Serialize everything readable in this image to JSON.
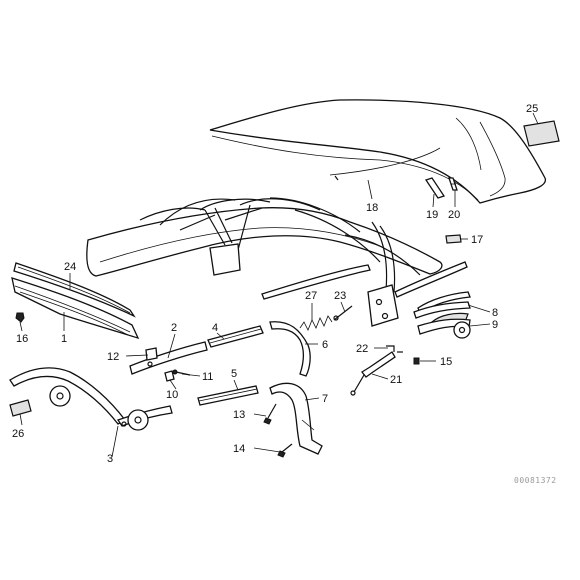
{
  "diagram": {
    "catalog_number": "00081372",
    "callouts": {
      "c1": "1",
      "c2": "2",
      "c3": "3",
      "c4": "4",
      "c5": "5",
      "c6": "6",
      "c7": "7",
      "c8": "8",
      "c9": "9",
      "c10": "10",
      "c11": "11",
      "c12": "12",
      "c13": "13",
      "c14": "14",
      "c15": "15",
      "c16": "16",
      "c17": "17",
      "c18": "18",
      "c19": "19",
      "c20": "20",
      "c21": "21",
      "c22": "22",
      "c23": "23",
      "c24": "24",
      "c25": "25",
      "c26": "26",
      "c27": "27"
    }
  }
}
